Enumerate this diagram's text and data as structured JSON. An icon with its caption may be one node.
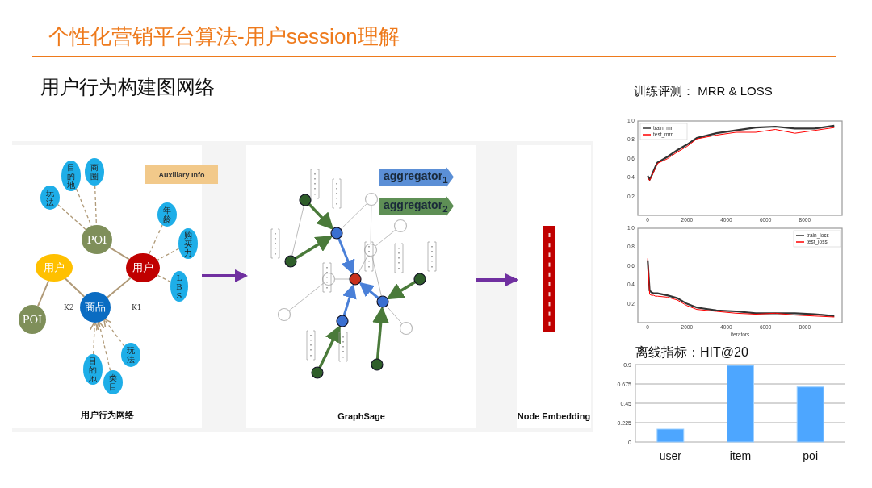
{
  "diagram": {
    "title": "个性化营销平台算法-用户session理解",
    "nodes": [
      {
        "text": [
          "用户行为网络"
        ]
      },
      {
        "text": [
          "目的地"
        ],
        "in": 0
      },
      {
        "text": [
          "商圈"
        ],
        "in": 0
      },
      {
        "text": [
          "玩法"
        ],
        "in": 0
      },
      {
        "text": [
          "POI"
        ],
        "in": 0
      },
      {
        "text": [
          "Auxiliary Info"
        ],
        "in": 0
      },
      {
        "text": [
          "年龄"
        ],
        "in": 0
      },
      {
        "text": [
          "购买力"
        ],
        "in": 0
      },
      {
        "text": [
          "用户"
        ],
        "in": 0
      },
      {
        "text": [
          "LBS"
        ],
        "in": 0
      },
      {
        "text": [
          "用户"
        ],
        "in": 0
      },
      {
        "text": [
          "商品"
        ],
        "in": 0
      },
      {
        "text": [
          "POI"
        ],
        "in": 0
      },
      {
        "text": [
          "玩法"
        ],
        "in": 0
      },
      {
        "text": [
          "目的地"
        ],
        "in": 0
      },
      {
        "text": [
          "类目"
        ],
        "in": 0
      },
      {
        "text": [
          "GraphSage"
        ]
      },
      {
        "text": [
          "aggregator$_{1}$"
        ],
        "in": 16
      },
      {
        "text": [
          "aggregator$_{2}$"
        ],
        "in": 16
      },
      {
        "text": [
          "Node Embedding"
        ]
      }
    ],
    "edges": [
      {
        "from": 1,
        "to": 4,
        "arrow": "none",
        "style": "dashed"
      },
      {
        "from": 2,
        "to": 4,
        "arrow": "none",
        "style": "dashed"
      },
      {
        "from": 3,
        "to": 4,
        "arrow": "none",
        "style": "dashed"
      },
      {
        "from": 4,
        "to": 8,
        "arrow": "none"
      },
      {
        "from": 6,
        "to": 8,
        "arrow": "none",
        "style": "dashed"
      },
      {
        "from": 7,
        "to": 8,
        "arrow": "none",
        "style": "dashed"
      },
      {
        "from": 9,
        "to": 8,
        "arrow": "none",
        "style": "dashed"
      },
      {
        "from": 10,
        "to": 12,
        "arrow": "none"
      },
      {
        "from": 10,
        "to": 11,
        "arrow": "none",
        "label": "K2"
      },
      {
        "from": 11,
        "to": 8,
        "arrow": "none",
        "label": "K1"
      },
      {
        "from": 14,
        "to": 11,
        "arrow": "to",
        "style": "dashed"
      },
      {
        "from": 15,
        "to": 11,
        "arrow": "to",
        "style": "dashed"
      },
      {
        "from": 13,
        "to": 11,
        "arrow": "to",
        "style": "dashed"
      },
      {
        "from": 0,
        "to": 16,
        "arrow": "to",
        "style": "thick",
        "color": "#7030a0"
      },
      {
        "from": 16,
        "to": 19,
        "arrow": "to",
        "style": "thick",
        "color": "#7030a0"
      }
    ],
    "labels": [
      "用户行为构建图网络",
      "训练评测： MRR & LOSS"
    ],
    "chart_data": [
      {
        "type": "line",
        "x": [
          0,
          100,
          200,
          300,
          400,
          500,
          1000,
          1500,
          2000,
          2500,
          3500,
          4500,
          5500,
          6500,
          7500,
          8500,
          9500
        ],
        "series": [
          {
            "name": "train_mrr",
            "color": "#333333",
            "values": [
              0.42,
              0.38,
              0.42,
              0.47,
              0.52,
              0.56,
              0.62,
              0.69,
              0.75,
              0.82,
              0.87,
              0.9,
              0.93,
              0.94,
              0.92,
              0.92,
              0.95
            ]
          },
          {
            "name": "test_mrr",
            "color": "#ff0000",
            "values": [
              0.4,
              0.37,
              0.41,
              0.46,
              0.5,
              0.55,
              0.6,
              0.67,
              0.73,
              0.81,
              0.85,
              0.88,
              0.88,
              0.91,
              0.87,
              0.9,
              0.93
            ]
          }
        ],
        "xlim": [
          -500,
          9900
        ],
        "ylim": [
          0,
          1.0
        ],
        "xticks": [
          0,
          2000,
          4000,
          6000,
          8000
        ],
        "yticks": [
          0.2,
          0.4,
          0.6,
          0.8,
          {
            "value": 1.0,
            "label": "1.0"
          }
        ],
        "legend": "upper left"
      },
      {
        "type": "line",
        "xlabel": "iterators",
        "x": [
          0,
          100,
          200,
          300,
          400,
          500,
          1000,
          1500,
          2000,
          2500,
          3500,
          4500,
          5500,
          6500,
          7500,
          8500,
          9500
        ],
        "series": [
          {
            "name": "train_loss",
            "color": "#333333",
            "values": [
              0.66,
              0.34,
              0.32,
              0.31,
              0.31,
              0.31,
              0.29,
              0.26,
              0.2,
              0.16,
              0.13,
              0.12,
              0.1,
              0.1,
              0.1,
              0.09,
              0.07
            ]
          },
          {
            "name": "test_loss",
            "color": "#ff0000",
            "values": [
              0.68,
              0.3,
              0.29,
              0.29,
              0.28,
              0.28,
              0.27,
              0.24,
              0.18,
              0.14,
              0.12,
              0.1,
              0.09,
              0.1,
              0.08,
              0.07,
              0.06
            ]
          }
        ],
        "xlim": [
          -500,
          9900
        ],
        "ylim": [
          0,
          1.0
        ],
        "xticks": [
          0,
          2000,
          4000,
          6000,
          8000
        ],
        "yticks": [
          0.2,
          0.4,
          0.6,
          0.8,
          {
            "value": 1.0,
            "label": "1.0"
          }
        ],
        "legend": "upper right"
      },
      {
        "type": "bar",
        "title": "离线指标：HIT@20",
        "categories": [
          "user",
          "item",
          "poi"
        ],
        "values": [
          0.15,
          0.89,
          0.64
        ],
        "ylim": [
          0,
          0.9
        ],
        "yticks": [
          0,
          0.225,
          0.45,
          0.675,
          0.9
        ],
        "grid": true
      }
    ]
  }
}
